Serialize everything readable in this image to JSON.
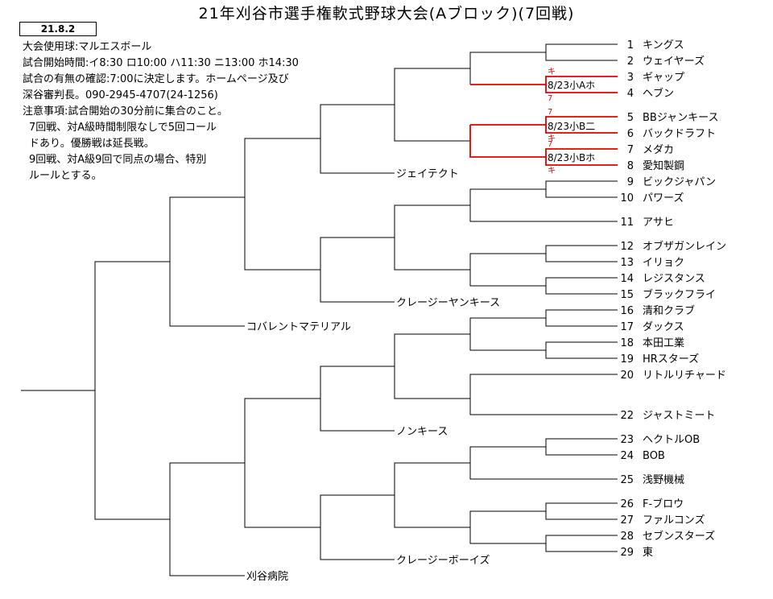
{
  "title": "21年刈谷市選手権軟式野球大会(Aブロック)(7回戦)",
  "date_badge": "21.8.2",
  "notes": [
    "大会使用球:マルエスボール",
    "試合開始時間:イ8:30 ロ10:00 ハ11:30 ニ13:00 ホ14:30",
    "試合の有無の確認:7:00に決定します。ホームページ及び",
    "深谷審判長。090-2945-4707(24-1256)",
    "注意事項:試合開始の30分前に集合のこと。",
    "7回戦、対A級時間制限なしで5回コール",
    "ドあり。優勝戦は延長戦。",
    "9回戦、対A級9回で同点の場合、特別",
    "ルールとする。"
  ],
  "teams": [
    {
      "num": "1",
      "name": "キングス"
    },
    {
      "num": "2",
      "name": "ウェイヤーズ"
    },
    {
      "num": "3",
      "name": "ギャップ"
    },
    {
      "num": "4",
      "name": "ヘブン"
    },
    {
      "num": "5",
      "name": "BBジャンキース"
    },
    {
      "num": "6",
      "name": "バックドラフト"
    },
    {
      "num": "7",
      "name": "メダカ"
    },
    {
      "num": "8",
      "name": "愛知製鋼"
    },
    {
      "num": "9",
      "name": "ビックジャパン"
    },
    {
      "num": "10",
      "name": "パワーズ"
    },
    {
      "num": "11",
      "name": "アサヒ"
    },
    {
      "num": "12",
      "name": "オブザガンレイン"
    },
    {
      "num": "13",
      "name": "イリョク"
    },
    {
      "num": "14",
      "name": "レジスタンス"
    },
    {
      "num": "15",
      "name": "ブラックフライ"
    },
    {
      "num": "16",
      "name": "清和クラブ"
    },
    {
      "num": "17",
      "name": "ダックス"
    },
    {
      "num": "18",
      "name": "本田工業"
    },
    {
      "num": "19",
      "name": "HRスターズ"
    },
    {
      "num": "20",
      "name": "リトルリチャード"
    },
    {
      "num": "22",
      "name": "ジャストミート"
    },
    {
      "num": "23",
      "name": "ヘクトルOB"
    },
    {
      "num": "24",
      "name": "BOB"
    },
    {
      "num": "25",
      "name": "浅野機械"
    },
    {
      "num": "26",
      "name": "F-ブロウ"
    },
    {
      "num": "27",
      "name": "ファルコンズ"
    },
    {
      "num": "28",
      "name": "セブンスターズ"
    },
    {
      "num": "29",
      "name": "東"
    }
  ],
  "advanced": {
    "jeitekuto": "ジェイテクト",
    "crazy_yankees": "クレージーヤンキース",
    "covalent": "コバレントマテリアル",
    "nonkiss": "ノンキース",
    "crazy_boys": "クレージーボーイズ",
    "kariya": "刈谷病院"
  },
  "matches": [
    {
      "label": "8/23小Aホ",
      "score_top": "キ",
      "score_bottom": "7"
    },
    {
      "label": "8/23小B二",
      "score_top": "7",
      "score_bottom": "キ"
    },
    {
      "label": "8/23小Bホ",
      "score_top": "7",
      "score_bottom": "キ"
    }
  ],
  "colors": {
    "line": "#000000",
    "result": "#e00000"
  }
}
